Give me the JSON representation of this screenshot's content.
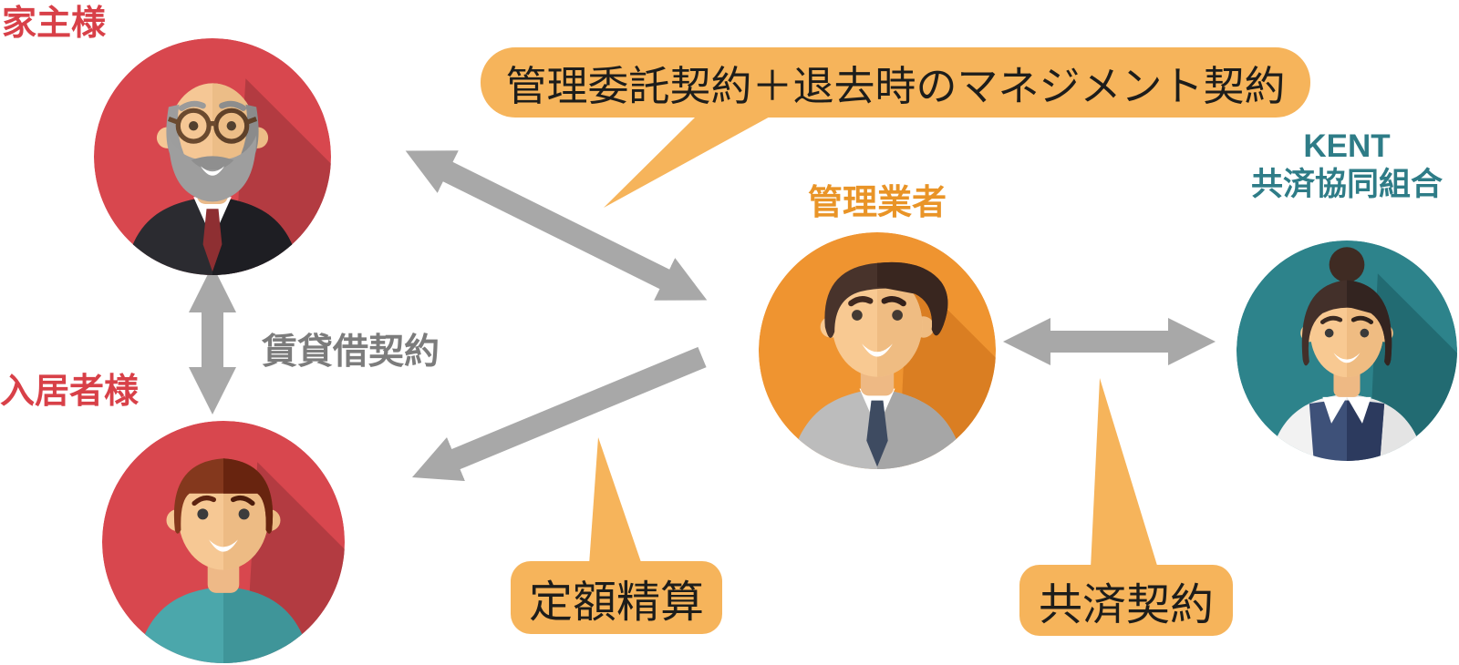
{
  "diagram": {
    "title_hint": "Japanese rental management relationship diagram",
    "actors": {
      "landlord": {
        "label": "家主様",
        "label_color": "#d84048",
        "circle_color": "#d8474e",
        "icon": "elderly-man-avatar"
      },
      "tenant": {
        "label": "入居者様",
        "label_color": "#d84048",
        "circle_color": "#d8474e",
        "icon": "young-man-avatar"
      },
      "manager": {
        "label": "管理業者",
        "label_color": "#e99427",
        "circle_color": "#ef9430",
        "icon": "businessman-avatar"
      },
      "kent": {
        "label_line1": "KENT",
        "label_line2": "共済協同組合",
        "label_color": "#2e7c87",
        "circle_color": "#2d838b",
        "icon": "businesswoman-avatar"
      }
    },
    "callouts": {
      "management_contract": {
        "text": "管理委託契約＋退去時のマネジメント契約",
        "bg": "#f6b45b",
        "text_color": "#1d1d1b"
      },
      "fixed_settlement": {
        "text": "定額精算",
        "bg": "#f6b45b",
        "text_color": "#1d1d1b"
      },
      "mutual_aid_contract": {
        "text": "共済契約",
        "bg": "#f6b45b",
        "text_color": "#1d1d1b"
      }
    },
    "labels": {
      "lease_contract": {
        "text": "賃貸借契約",
        "color": "#7c7c7c"
      }
    },
    "arrows": {
      "color": "#a8a8a8",
      "landlord_manager": "double-headed",
      "landlord_tenant": "double-headed",
      "manager_tenant": "single-headed-toward-tenant",
      "manager_kent": "double-headed"
    }
  }
}
